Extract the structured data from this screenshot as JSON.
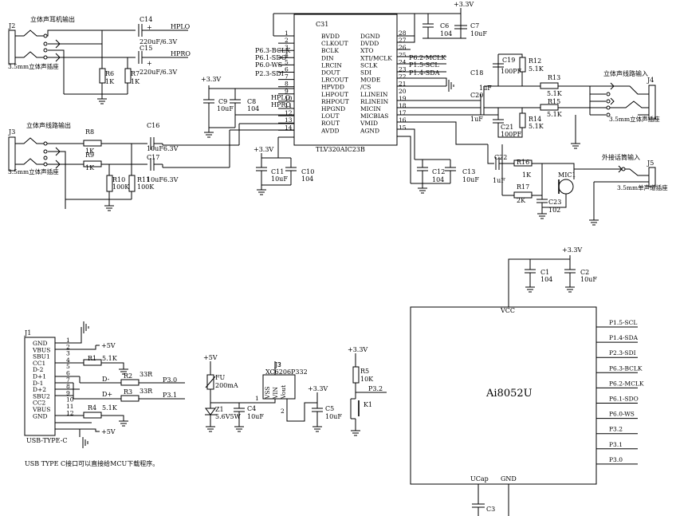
{
  "rails": {
    "p33": "+3.3V",
    "p5": "+5V"
  },
  "c31": {
    "ref": "C31",
    "part": "TLV320AIC23B",
    "left": [
      {
        "n": "1",
        "s": "BVDD"
      },
      {
        "n": "2",
        "s": "CLKOUT"
      },
      {
        "n": "3",
        "s": "BCLK"
      },
      {
        "n": "4",
        "s": "DIN"
      },
      {
        "n": "5",
        "s": "LRCIN"
      },
      {
        "n": "6",
        "s": "DOUT"
      },
      {
        "n": "7",
        "s": "LRCOUT"
      },
      {
        "n": "8",
        "s": "HPVDD"
      },
      {
        "n": "9",
        "s": "LHPOUT"
      },
      {
        "n": "10",
        "s": "RHPOUT"
      },
      {
        "n": "11",
        "s": "HPGND"
      },
      {
        "n": "12",
        "s": "LOUT"
      },
      {
        "n": "13",
        "s": "ROUT"
      },
      {
        "n": "14",
        "s": "AVDD"
      }
    ],
    "right": [
      {
        "n": "28",
        "s": "DGND"
      },
      {
        "n": "27",
        "s": "DVDD"
      },
      {
        "n": "26",
        "s": "XTO"
      },
      {
        "n": "25",
        "s": "XTI/MCLK"
      },
      {
        "n": "24",
        "s": "SCLK"
      },
      {
        "n": "23",
        "s": "SDI"
      },
      {
        "n": "22",
        "s": "MODE"
      },
      {
        "n": "21",
        "s": "/CS"
      },
      {
        "n": "20",
        "s": "LLINEIN"
      },
      {
        "n": "19",
        "s": "RLINEIN"
      },
      {
        "n": "18",
        "s": "MICIN"
      },
      {
        "n": "17",
        "s": "MICBIAS"
      },
      {
        "n": "16",
        "s": "VMID"
      },
      {
        "n": "15",
        "s": "AGND"
      }
    ],
    "left_nets": [
      "P6.3-BCLK",
      "P6.1-SDO",
      "P6.0-WS",
      "P2.3-SDI",
      "HPLO",
      "HPRO"
    ],
    "right_nets": [
      "P6.2-MCLK",
      "P1.5-SCL",
      "P1.4-SDA"
    ]
  },
  "mcu": {
    "part": "Ai8052U",
    "vcc": "VCC",
    "ucap": "UCap",
    "gnd": "GND",
    "pins": [
      "P1.5-SCL",
      "P1.4-SDA",
      "P2.3-SDI",
      "P6.3-BCLK",
      "P6.2-MCLK",
      "P6.1-SDO",
      "P6.0-WS",
      "P3.2",
      "P3.1",
      "P3.0"
    ]
  },
  "j1": {
    "ref": "J1",
    "type": "USB-TYPE-C",
    "pins": [
      {
        "n": "1",
        "s": "GND"
      },
      {
        "n": "2",
        "s": "VBUS"
      },
      {
        "n": "3",
        "s": "SBU1"
      },
      {
        "n": "4",
        "s": "CC1"
      },
      {
        "n": "5",
        "s": "D-2"
      },
      {
        "n": "6",
        "s": "D+1"
      },
      {
        "n": "7",
        "s": "D-1"
      },
      {
        "n": "8",
        "s": "D+2"
      },
      {
        "n": "9",
        "s": "SBU2"
      },
      {
        "n": "10",
        "s": "CC2"
      },
      {
        "n": "11",
        "s": "VBUS"
      },
      {
        "n": "12",
        "s": "GND"
      }
    ],
    "dminus": "D-",
    "dplus": "D+",
    "note": "USB TYPE C接口可以直接给MCU下载程序。"
  },
  "jacks": {
    "j2": {
      "ref": "J2",
      "title": "立体声耳机输出",
      "label": "3.5mm立体声插座"
    },
    "j3": {
      "ref": "J3",
      "title": "立体声线路输出",
      "label": "3.5mm立体声插座"
    },
    "j4": {
      "ref": "J4",
      "title": "立体声线路输入",
      "label": "3.5mm立体声插座"
    },
    "j5": {
      "ref": "J5",
      "title": "外接话筒输入",
      "label": "3.5mm单声道插座"
    }
  },
  "parts": {
    "C14": {
      "ref": "C14",
      "val": "220uF/6.3V"
    },
    "C15": {
      "ref": "C15",
      "val": "220uF/6.3V"
    },
    "R6": {
      "ref": "R6",
      "val": "1K"
    },
    "R7": {
      "ref": "R7",
      "val": "1K"
    },
    "R8": {
      "ref": "R8",
      "val": "1K"
    },
    "R9": {
      "ref": "R9",
      "val": "1K"
    },
    "R10": {
      "ref": "R10",
      "val": "100K"
    },
    "R11": {
      "ref": "R11",
      "val": "100K"
    },
    "C16": {
      "ref": "C16",
      "val": "10uF6.3V"
    },
    "C17": {
      "ref": "C17",
      "val": "10uF6.3V"
    },
    "C9": {
      "ref": "C9",
      "val": "10uF"
    },
    "C8": {
      "ref": "C8",
      "val": "104"
    },
    "C11": {
      "ref": "C11",
      "val": "10uF"
    },
    "C10": {
      "ref": "C10",
      "val": "104"
    },
    "C6": {
      "ref": "C6",
      "val": "104"
    },
    "C7": {
      "ref": "C7",
      "val": "10uF"
    },
    "C12": {
      "ref": "C12",
      "val": "104"
    },
    "C13": {
      "ref": "C13",
      "val": "10uF"
    },
    "C18": {
      "ref": "C18",
      "val": "1uF"
    },
    "C20": {
      "ref": "C20",
      "val": "1uF"
    },
    "C19": {
      "ref": "C19",
      "val": "100PF"
    },
    "C21": {
      "ref": "C21",
      "val": "100PF"
    },
    "R12": {
      "ref": "R12",
      "val": "5.1K"
    },
    "R13": {
      "ref": "R13",
      "val": "5.1K"
    },
    "R14": {
      "ref": "R14",
      "val": "5.1K"
    },
    "R15": {
      "ref": "R15",
      "val": "5.1K"
    },
    "C22": {
      "ref": "C22",
      "val": "1uF"
    },
    "R16": {
      "ref": "R16",
      "val": "1K"
    },
    "R17": {
      "ref": "R17",
      "val": "2K"
    },
    "C23": {
      "ref": "C23",
      "val": "102"
    },
    "MIC1": {
      "ref": "MIC1",
      "val": ""
    },
    "C1": {
      "ref": "C1",
      "val": "104"
    },
    "C2": {
      "ref": "C2",
      "val": "10uF"
    },
    "C3": {
      "ref": "C3",
      "val": ""
    },
    "R1": {
      "ref": "R1",
      "val": "5.1K"
    },
    "R4": {
      "ref": "R4",
      "val": "5.1K"
    },
    "R2": {
      "ref": "R2",
      "val": "33R"
    },
    "R3": {
      "ref": "R3",
      "val": "33R"
    },
    "FU": {
      "ref": "FU",
      "val": "200mA"
    },
    "Z1": {
      "ref": "Z1",
      "val": "5.6V5W"
    },
    "C4": {
      "ref": "C4",
      "val": "10uF"
    },
    "C5": {
      "ref": "C5",
      "val": "10uF"
    },
    "R5": {
      "ref": "R5",
      "val": "10K"
    },
    "K1": {
      "ref": "K1",
      "val": ""
    }
  },
  "reg": {
    "ref": "J?",
    "part": "XC6206P332",
    "vss": "VSS",
    "vin": "VIN",
    "vout": "Vout",
    "p1": "1",
    "p2": "2",
    "p3": "3"
  },
  "nets": {
    "p30": "P3.0",
    "p31": "P3.1",
    "p32": "P3.2",
    "hplo": "HPLO",
    "hpro": "HPRO"
  }
}
